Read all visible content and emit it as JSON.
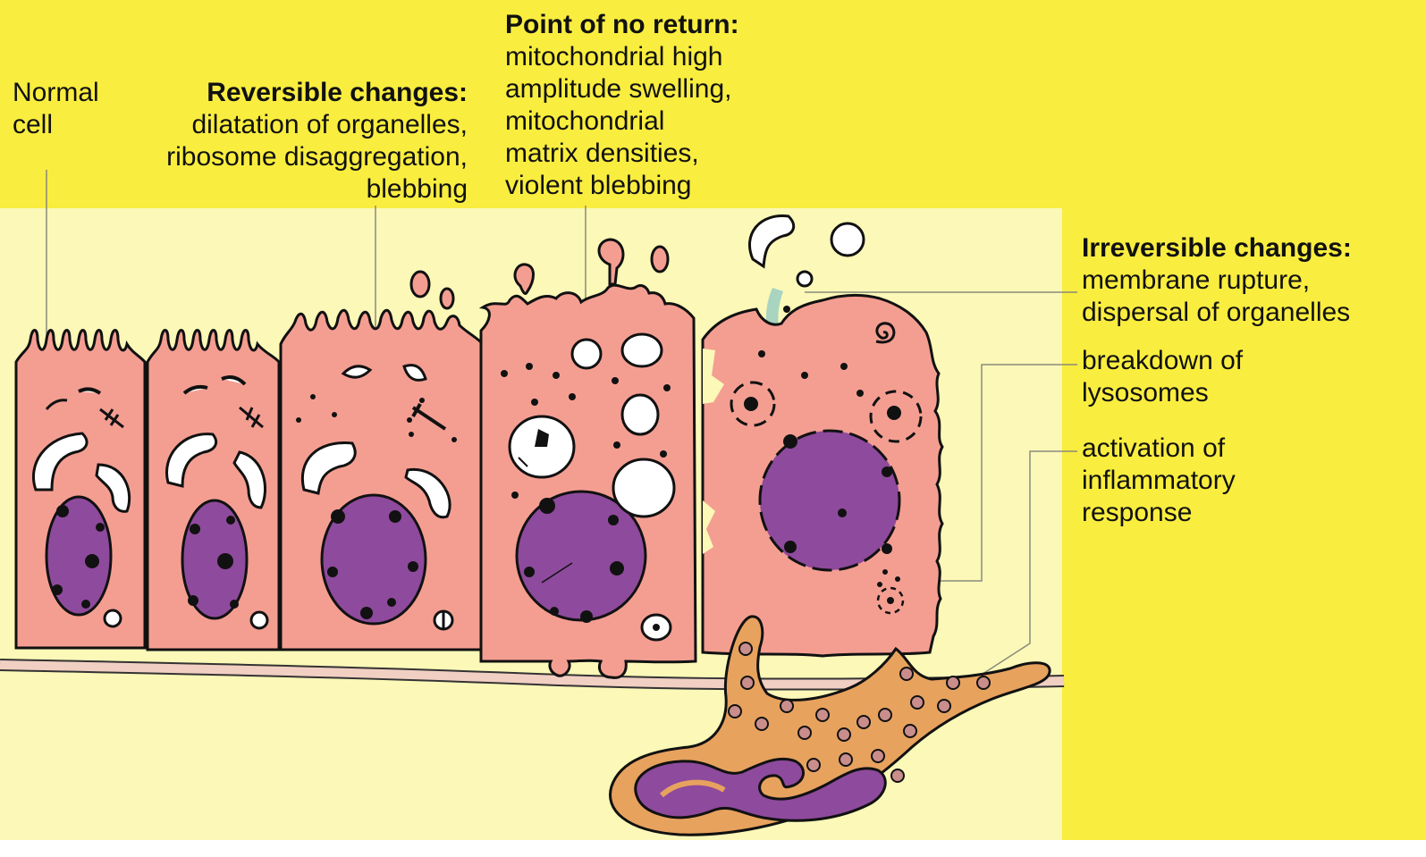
{
  "colors": {
    "banner_yellow": "#f9ed3f",
    "pale_yellow": "#fbf8b8",
    "cell_salmon": "#f49e92",
    "nucleus_purple": "#8e4a9c",
    "macrophage_orange": "#e7a25e",
    "membrane_pink": "#f1cfc2"
  },
  "labels": {
    "normal": {
      "line1": "Normal",
      "line2": "cell"
    },
    "reversible": {
      "heading": "Reversible changes:",
      "line1": "dilatation of organelles,",
      "line2": "ribosome disaggregation,",
      "line3": "blebbing"
    },
    "point_no_return": {
      "heading": "Point of no return:",
      "line1": "mitochondrial high",
      "line2": "amplitude swelling,",
      "line3": "mitochondrial",
      "line4": "matrix densities,",
      "line5": "violent blebbing"
    },
    "irreversible": {
      "heading": "Irreversible changes:",
      "line1": "membrane rupture,",
      "line2": "dispersal of organelles"
    },
    "lysosomes": {
      "line1": "breakdown of",
      "line2": "lysosomes"
    },
    "inflammatory": {
      "line1": "activation of",
      "line2": "inflammatory",
      "line3": "response"
    }
  }
}
